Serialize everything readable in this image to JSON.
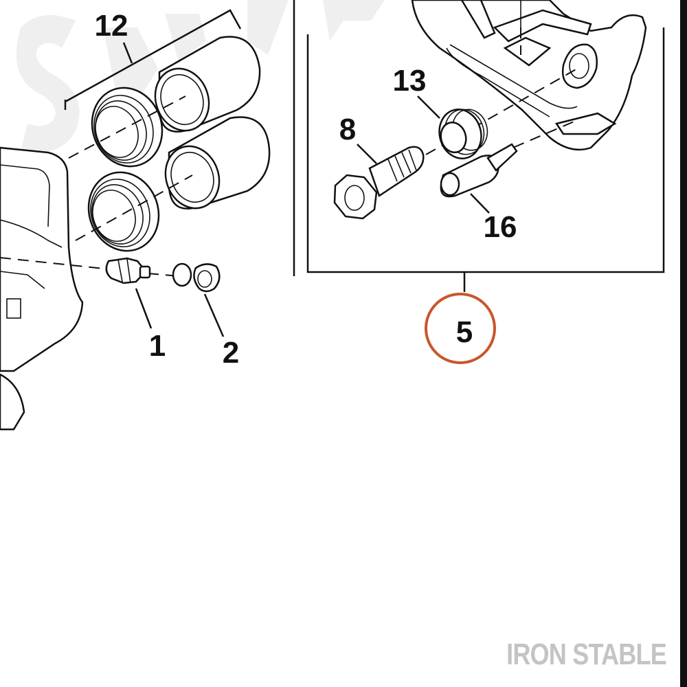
{
  "diagram": {
    "callouts": {
      "c12": "12",
      "c13": "13",
      "c8": "8",
      "c16": "16",
      "c1": "1",
      "c2": "2",
      "c5": "5"
    },
    "highlight_color": "#c8562a",
    "brand": "IRON STABLE"
  }
}
